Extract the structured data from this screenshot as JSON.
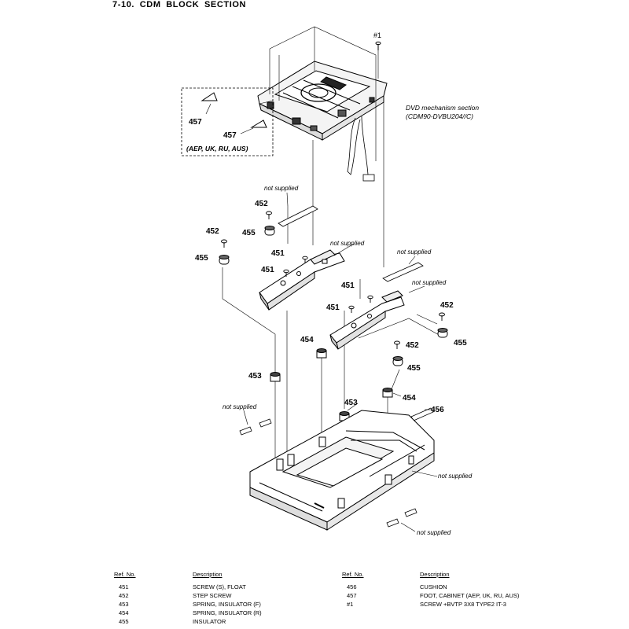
{
  "title": "7-10.  CDM  BLOCK  SECTION",
  "diagram": {
    "mechanism_caption": {
      "line1": "DVD mechanism section",
      "line2": "(CDM90-DVBU204//C)"
    },
    "region_note": "(AEP, UK, RU, AUS)",
    "not_supplied": "not supplied",
    "callouts": {
      "s1": "#1",
      "c457a": "457",
      "c457b": "457",
      "c452a": "452",
      "c455a": "455",
      "c452b": "452",
      "c455b": "455",
      "c451a": "451",
      "c451b": "451",
      "c451c": "451",
      "c451d": "451",
      "c452c": "452",
      "c455c": "455",
      "c452d": "452",
      "c455d": "455",
      "c454a": "454",
      "c453a": "453",
      "c453b": "453",
      "c454b": "454",
      "c456": "456"
    }
  },
  "parts_table": {
    "headers": {
      "ref": "Ref. No.",
      "description": "Description"
    },
    "left": [
      {
        "ref": "451",
        "description": "SCREW (S), FLOAT"
      },
      {
        "ref": "452",
        "description": "STEP SCREW"
      },
      {
        "ref": "453",
        "description": "SPRING, INSULATOR (F)"
      },
      {
        "ref": "454",
        "description": "SPRING, INSULATOR (R)"
      },
      {
        "ref": "455",
        "description": "INSULATOR"
      }
    ],
    "right": [
      {
        "ref": "456",
        "description": "CUSHION"
      },
      {
        "ref": "457",
        "description": "FOOT, CABINET (AEP, UK, RU, AUS)"
      },
      {
        "ref": "#1",
        "description": "SCREW +BVTP 3X8 TYPE2 IT-3"
      }
    ]
  }
}
